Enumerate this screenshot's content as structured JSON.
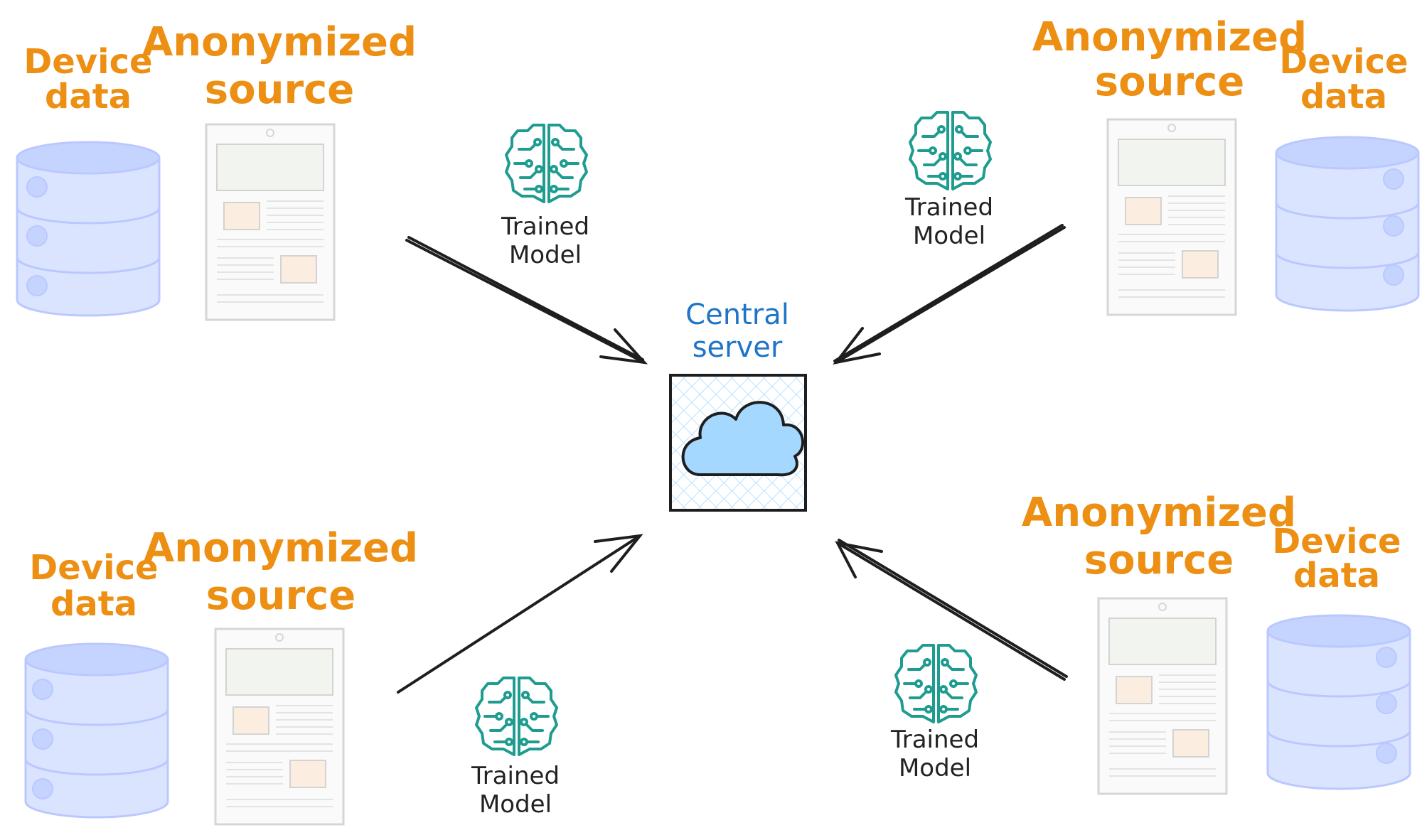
{
  "diagram": {
    "center": {
      "label_line1": "Central",
      "label_line2": "server",
      "icon": "cloud-icon"
    },
    "nodes": [
      {
        "id": "top-left",
        "device_line1": "Device",
        "device_line2": "data",
        "source_line1": "Anonymized",
        "source_line2": "source",
        "model_line1": "Trained",
        "model_line2": "Model"
      },
      {
        "id": "top-right",
        "device_line1": "Device",
        "device_line2": "data",
        "source_line1": "Anonymized",
        "source_line2": "source",
        "model_line1": "Trained",
        "model_line2": "Model"
      },
      {
        "id": "bottom-left",
        "device_line1": "Device",
        "device_line2": "data",
        "source_line1": "Anonymized",
        "source_line2": "source",
        "model_line1": "Trained",
        "model_line2": "Model"
      },
      {
        "id": "bottom-right",
        "device_line1": "Device",
        "device_line2": "data",
        "source_line1": "Anonymized",
        "source_line2": "source",
        "model_line1": "Trained",
        "model_line2": "Model"
      }
    ],
    "icons": {
      "database": "database-icon",
      "document": "document-icon",
      "brain": "brain-circuit-icon"
    },
    "colors": {
      "label_orange": "#ec8f12",
      "server_blue": "#1e75c8",
      "cloud_fill": "#a5d8ff",
      "db_fill": "#dbe4ff",
      "brain_teal": "#1e9c8f",
      "arrow": "#1e1e1e"
    }
  }
}
